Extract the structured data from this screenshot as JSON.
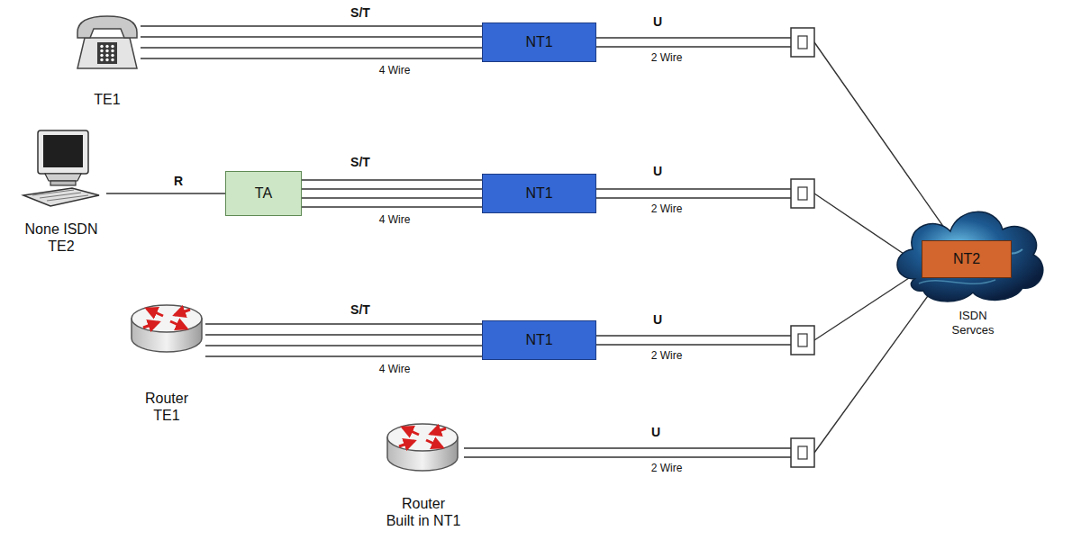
{
  "diagram": {
    "nodes": [
      {
        "text": [
          "TE1"
        ]
      },
      {
        "text": [
          "NT1"
        ]
      },
      {
        "text": [
          "None ISDN TE2"
        ]
      },
      {
        "text": [
          "TA"
        ]
      },
      {
        "text": [
          "NT1"
        ]
      },
      {
        "text": [
          "Router TE1"
        ]
      },
      {
        "text": [
          "NT1"
        ]
      },
      {
        "text": [
          "Router Built in NT1"
        ]
      },
      {
        "text": [
          "ISDN Servces"
        ]
      },
      {
        "text": [
          "NT2"
        ],
        "in": 8
      }
    ],
    "edges": [
      {
        "from": 0,
        "to": 1,
        "label": "S/T",
        "arrow": "none"
      },
      {
        "from": 1,
        "to": 8,
        "label": "U",
        "arrow": "none"
      },
      {
        "from": 2,
        "to": 3,
        "label": "R",
        "arrow": "none"
      },
      {
        "from": 3,
        "to": 4,
        "label": "S/T",
        "arrow": "none"
      },
      {
        "from": 4,
        "to": 8,
        "label": "U",
        "arrow": "none"
      },
      {
        "from": 5,
        "to": 6,
        "label": "S/T",
        "arrow": "none"
      },
      {
        "from": 6,
        "to": 8,
        "label": "U",
        "arrow": "none"
      },
      {
        "from": 7,
        "to": 8,
        "label": "U",
        "arrow": "none"
      }
    ],
    "labels": [
      "4 Wire",
      "2 Wire",
      "4 Wire",
      "2 Wire",
      "4 Wire",
      "2 Wire",
      "2 Wire"
    ]
  }
}
